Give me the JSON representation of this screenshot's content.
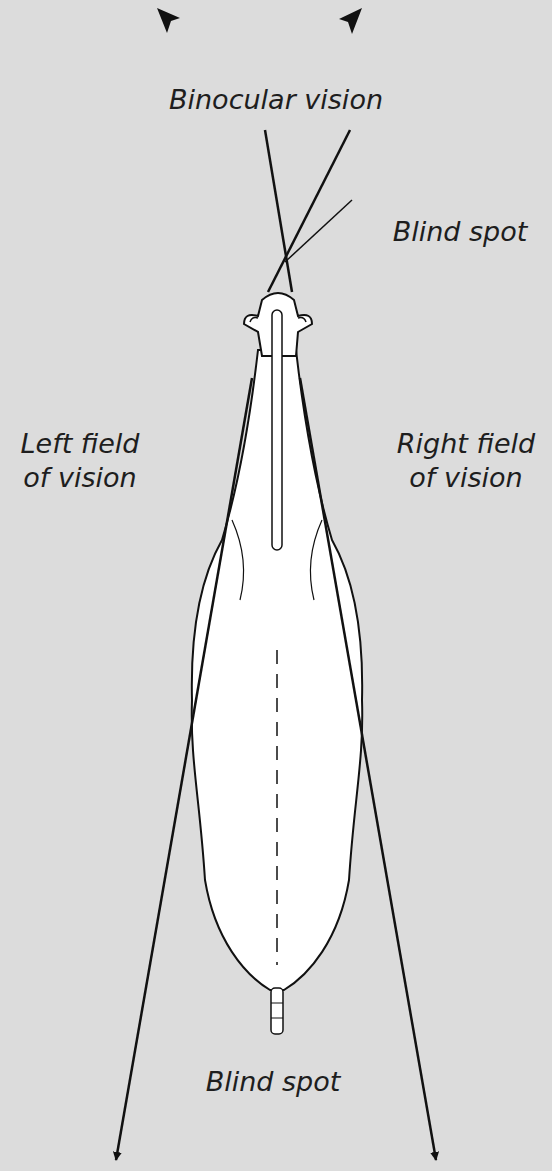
{
  "diagram": {
    "labels": [
      "Binocular vision",
      "Blind spot",
      "Left field of vision",
      "Right field of vision",
      "Blind spot"
    ]
  }
}
